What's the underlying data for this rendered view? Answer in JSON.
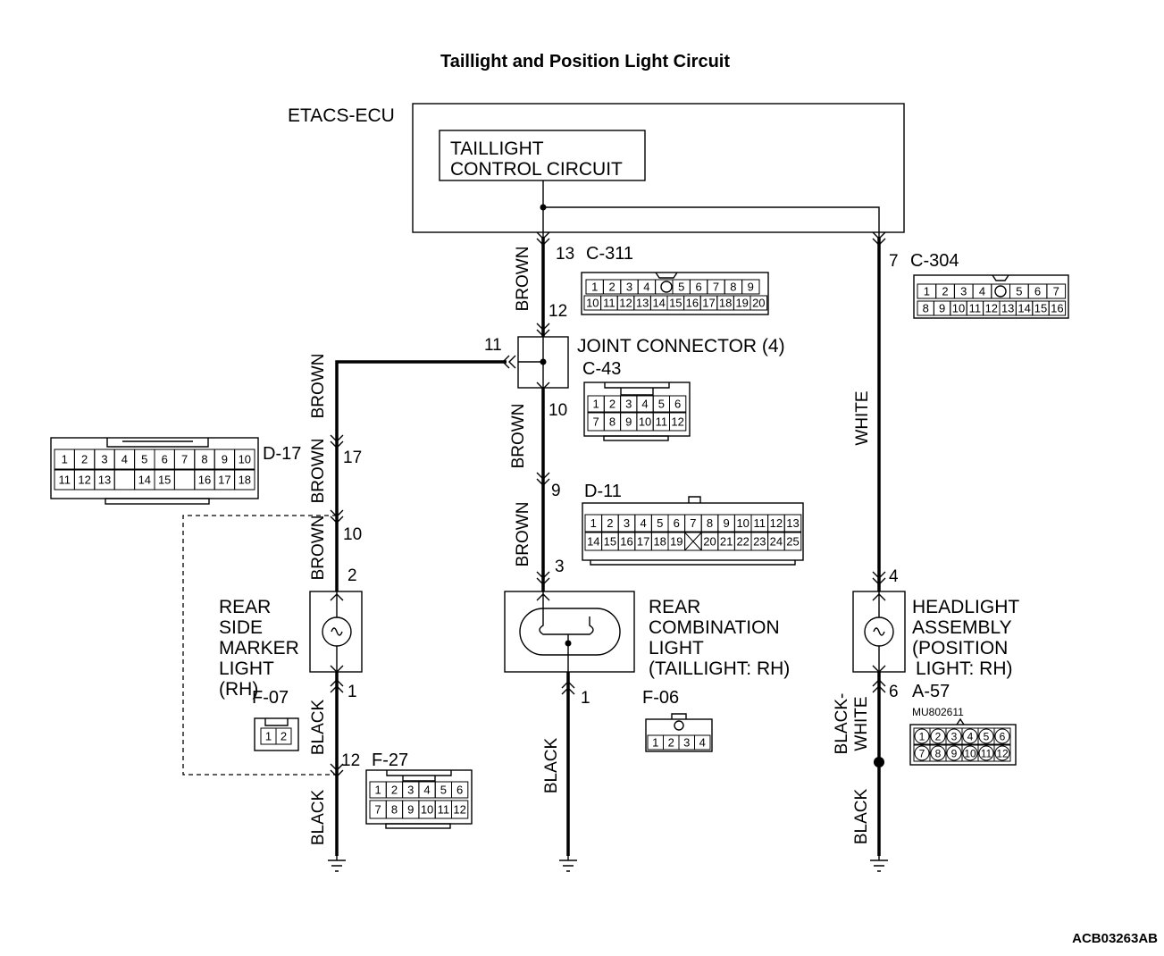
{
  "title": "Taillight and Position Light Circuit",
  "ecu": {
    "label": "ETACS-ECU",
    "inner_line1": "TAILLIGHT",
    "inner_line2": "CONTROL CIRCUIT"
  },
  "joint": {
    "label": "JOINT CONNECTOR (4)",
    "id": "C-43",
    "pin_in": "12",
    "pin_left": "11",
    "pin_down": "10"
  },
  "wires": {
    "w_brown_top": "BROWN",
    "w_brown_left_upper": "BROWN",
    "w_brown_left_mid": "BROWN",
    "w_brown_left_low": "BROWN",
    "w_brown_center_upper": "BROWN",
    "w_brown_center_low": "BROWN",
    "w_white": "WHITE",
    "w_black_left_upper": "BLACK",
    "w_black_left_low": "BLACK",
    "w_black_center": "BLACK",
    "w_black_white_1": "BLACK-",
    "w_black_white_2": "WHITE",
    "w_black_right": "BLACK"
  },
  "pins": {
    "c311_pin": "13",
    "c304_pin": "7",
    "d17_pin": "17",
    "f27_pin_top": "10",
    "rsm_in": "2",
    "rsm_out": "1",
    "f27_pin_bottom": "12",
    "d11_pin": "9",
    "rcl_in": "3",
    "rcl_out": "1",
    "hl_in": "4",
    "hl_out": "6"
  },
  "connectors": {
    "c311": {
      "id": "C-311",
      "row1": [
        "1",
        "2",
        "3",
        "4",
        "",
        "5",
        "6",
        "7",
        "8",
        "9"
      ],
      "row2": [
        "10",
        "11",
        "12",
        "13",
        "14",
        "15",
        "16",
        "17",
        "18",
        "19",
        "20"
      ]
    },
    "c304": {
      "id": "C-304",
      "row1": [
        "1",
        "2",
        "3",
        "4",
        "",
        "5",
        "6",
        "7"
      ],
      "row2": [
        "8",
        "9",
        "10",
        "11",
        "12",
        "13",
        "14",
        "15",
        "16"
      ]
    },
    "c43": {
      "row1": [
        "1",
        "2",
        "3",
        "4",
        "5",
        "6"
      ],
      "row2": [
        "7",
        "8",
        "9",
        "10",
        "11",
        "12"
      ]
    },
    "d17": {
      "id": "D-17",
      "row1": [
        "1",
        "2",
        "3",
        "4",
        "5",
        "6",
        "7",
        "8",
        "9",
        "10"
      ],
      "row2": [
        "11",
        "12",
        "13",
        "",
        "14",
        "15",
        "",
        "16",
        "17",
        "18"
      ]
    },
    "d11": {
      "id": "D-11",
      "row1": [
        "1",
        "2",
        "3",
        "4",
        "5",
        "6",
        "7",
        "8",
        "9",
        "10",
        "11",
        "12",
        "13"
      ],
      "row2": [
        "14",
        "15",
        "16",
        "17",
        "18",
        "19",
        "",
        "20",
        "21",
        "22",
        "23",
        "24",
        "25"
      ]
    },
    "f07": {
      "id": "F-07",
      "cells": [
        "1",
        "2"
      ]
    },
    "f27": {
      "id": "F-27",
      "row1": [
        "1",
        "2",
        "3",
        "4",
        "5",
        "6"
      ],
      "row2": [
        "7",
        "8",
        "9",
        "10",
        "11",
        "12"
      ]
    },
    "f06": {
      "id": "F-06",
      "cells": [
        "1",
        "2",
        "3",
        "4"
      ]
    },
    "a57": {
      "id": "A-57",
      "part": "MU802611",
      "row1": [
        "1",
        "2",
        "3",
        "4",
        "5",
        "6"
      ],
      "row2": [
        "7",
        "8",
        "9",
        "10",
        "11",
        "12"
      ]
    }
  },
  "components": {
    "rear_side_marker": [
      "REAR",
      "SIDE",
      "MARKER",
      "LIGHT",
      "(RH)"
    ],
    "rear_combination": [
      "REAR",
      "COMBINATION",
      "LIGHT",
      "(TAILLIGHT: RH)"
    ],
    "headlight": [
      "HEADLIGHT",
      "ASSEMBLY",
      "(POSITION",
      "LIGHT: RH)"
    ]
  },
  "code": "ACB03263AB"
}
